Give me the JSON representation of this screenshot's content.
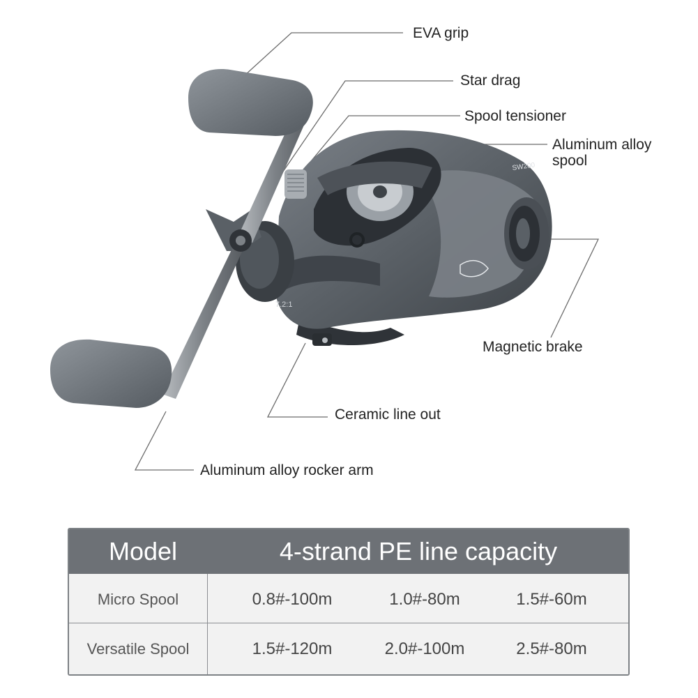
{
  "callouts": {
    "eva_grip": "EVA grip",
    "star_drag": "Star drag",
    "spool_tensioner": "Spool tensioner",
    "aluminum_spool_line1": "Aluminum alloy",
    "aluminum_spool_line2": "spool",
    "magnetic_brake": "Magnetic brake",
    "ceramic_line_out": "Ceramic line out",
    "rocker_arm": "Aluminum alloy rocker arm"
  },
  "reel_markings": {
    "model_text": "SW200",
    "gear_ratio": "7.2:1"
  },
  "table": {
    "header_model": "Model",
    "header_capacity": "4-strand PE line capacity",
    "rows": [
      {
        "model": "Micro Spool",
        "values": [
          "0.8#-100m",
          "1.0#-80m",
          "1.5#-60m"
        ]
      },
      {
        "model": "Versatile Spool",
        "values": [
          "1.5#-120m",
          "2.0#-100m",
          "2.5#-80m"
        ]
      }
    ]
  },
  "colors": {
    "table_header": "#6d7176",
    "table_body": "#f2f2f2",
    "reel_body": "#5f656b",
    "leader_line": "#6b6b6b"
  }
}
